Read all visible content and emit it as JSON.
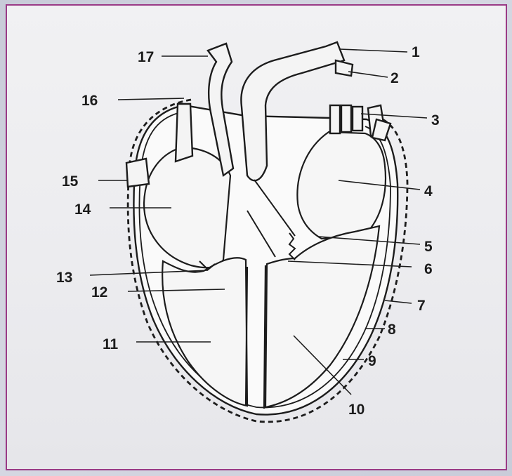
{
  "labels": {
    "l1": "1",
    "l2": "2",
    "l3": "3",
    "l4": "4",
    "l5": "5",
    "l6": "6",
    "l7": "7",
    "l8": "8",
    "l9": "9",
    "l10": "10",
    "l11": "11",
    "l12": "12",
    "l13": "13",
    "l14": "14",
    "l15": "15",
    "l16": "16",
    "l17": "17"
  },
  "colors": {
    "frame_border": "#9a3a86",
    "ink": "#1c1c1c",
    "background": "#c8cbd8"
  }
}
